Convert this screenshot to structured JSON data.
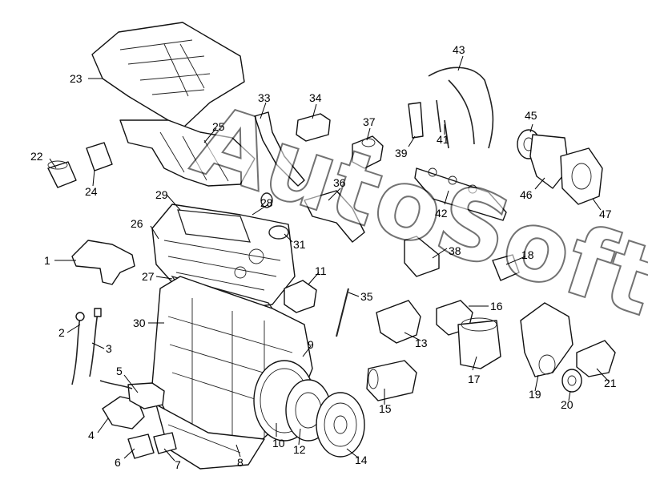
{
  "diagram": {
    "watermark": "AutoSoft",
    "callouts": [
      "1",
      "2",
      "3",
      "4",
      "5",
      "6",
      "7",
      "8",
      "9",
      "10",
      "11",
      "12",
      "13",
      "14",
      "15",
      "16",
      "17",
      "18",
      "19",
      "20",
      "21",
      "22",
      "23",
      "24",
      "25",
      "26",
      "27",
      "28",
      "29",
      "30",
      "31",
      "33",
      "34",
      "35",
      "36",
      "37",
      "38",
      "39",
      "41",
      "42",
      "43",
      "45",
      "46",
      "47"
    ]
  }
}
